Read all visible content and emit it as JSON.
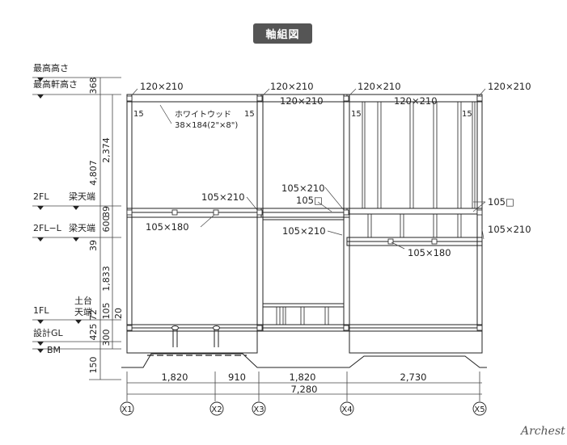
{
  "title": "軸組図",
  "signature": "Archest",
  "levels": {
    "max_height": "最高高さ",
    "max_eave_height": "最高軒高さ",
    "fl2": "2FL",
    "beam_top_1": "梁天端",
    "fl2_l": "2FL−L",
    "beam_top_2": "梁天端",
    "fl1": "1FL",
    "sill_top_a": "土台",
    "sill_top_b": "天端",
    "design_gl": "設計GL",
    "bm": "BM"
  },
  "vertical_dims": {
    "d368": "368",
    "d2374": "2,374",
    "d4807": "4,807",
    "d39a": "39",
    "d600": "600",
    "d39b": "39",
    "d1833": "1,833",
    "d72": "72",
    "d105": "105",
    "d20": "20",
    "d425": "425",
    "d300": "300",
    "d150": "150"
  },
  "members": {
    "top_x1": "120×210",
    "top_x3": "120×210",
    "top_x4": "120×210",
    "top_x5": "120×210",
    "top_inner_a": "120×210",
    "top_inner_b": "120×210",
    "n15_a": "15",
    "n15_b": "15",
    "n15_c": "15",
    "n15_d": "15",
    "white_wood": "ホワイトウッド",
    "white_wood_size": "38×184(2\"×8\")",
    "beam_2fl_a": "105×210",
    "beam_2fl_b": "105×210",
    "post_105_a": "105□",
    "post_105_b": "105□",
    "beam_180_a": "105×180",
    "beam_210_c": "105×210",
    "beam_210_d": "105×210",
    "beam_180_b": "105×180"
  },
  "horizontal_dims": {
    "d1820a": "1,820",
    "d910": "910",
    "d1820b": "1,820",
    "d2730": "2,730",
    "total": "7,280"
  },
  "axes": [
    "X1",
    "X2",
    "X3",
    "X4",
    "X5"
  ]
}
